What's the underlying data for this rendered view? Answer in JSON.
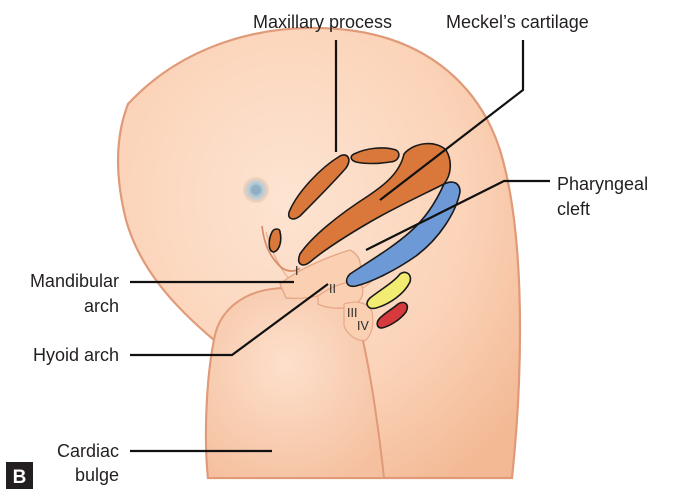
{
  "figure": {
    "panel_letter": "B",
    "labels": {
      "maxillary_process": "Maxillary process",
      "meckels_cartilage": "Meckel’s cartilage",
      "pharyngeal_cleft_line1": "Pharyngeal",
      "pharyngeal_cleft_line2": "cleft",
      "mandibular_arch_line1": "Mandibular",
      "mandibular_arch_line2": "arch",
      "hyoid_arch": "Hyoid arch",
      "cardiac_bulge_line1": "Cardiac",
      "cardiac_bulge_line2": "bulge"
    },
    "arch_numerals": [
      "I",
      "II",
      "III",
      "IV"
    ],
    "colors": {
      "skin": "#fad0b5",
      "skin_outline": "#e09a78",
      "cartilage_orange": "#d9783a",
      "cartilage_blue": "#6d9ad6",
      "cartilage_yellow": "#f2ec72",
      "cartilage_red": "#d63a3c",
      "eye": "#9fb9c9",
      "panel_badge": "#231f20"
    }
  }
}
